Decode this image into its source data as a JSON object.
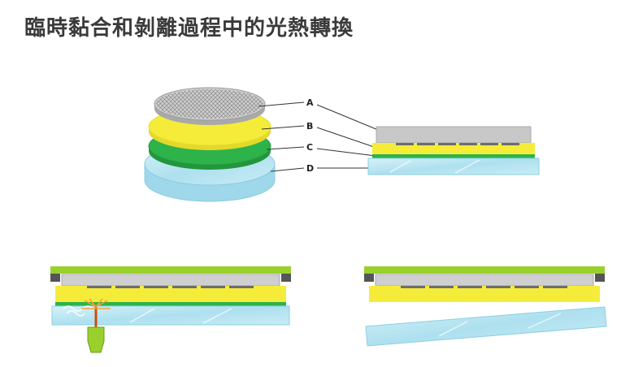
{
  "page": {
    "title": "臨時黏合和剝離過程中的光熱轉換"
  },
  "labels": {
    "a": "A",
    "b": "B",
    "c": "C",
    "d": "D"
  },
  "colors": {
    "wafer": "#c9c9c9",
    "adhesive": "#f5ec3a",
    "lthc_layer": "#2db34a",
    "glass_carrier": "#b9e6f2",
    "laser": "#9ad02c",
    "top_plate": "#9ad02c",
    "chuck": "#555555"
  },
  "icons": {
    "laser_head": "laser-head-icon",
    "laser_beam": "laser-beam-icon"
  }
}
